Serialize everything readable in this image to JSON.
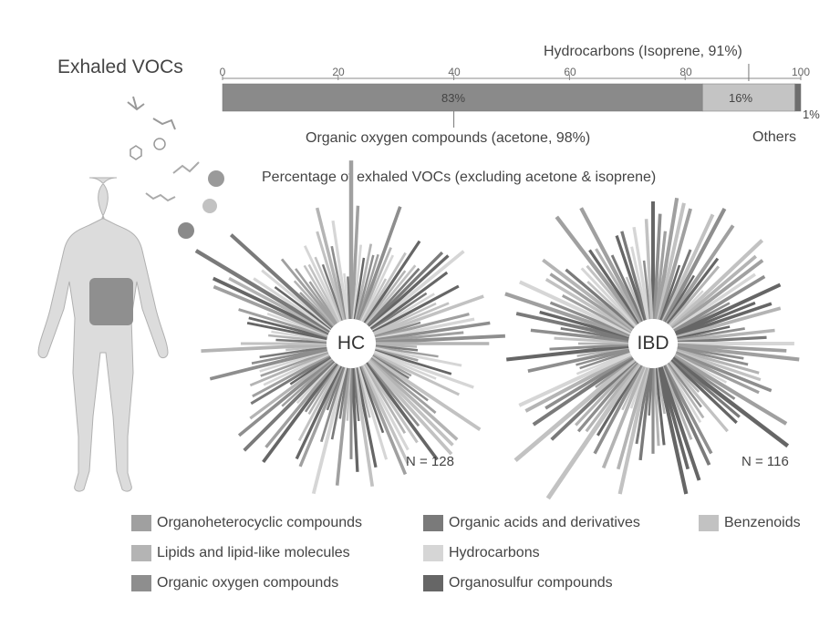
{
  "chart_data": [
    {
      "type": "bar",
      "orientation": "horizontal-stacked",
      "title": "Exhaled VOCs",
      "xlim": [
        0,
        100
      ],
      "ticks": [
        "0",
        "20",
        "40",
        "60",
        "80",
        "100"
      ],
      "segments": [
        {
          "label": "83%",
          "value": 83,
          "color": "#8a8a8a"
        },
        {
          "label": "16%",
          "value": 16,
          "color": "#c4c4c4"
        },
        {
          "label": "1%",
          "value": 1,
          "color": "#6e6e6e"
        }
      ],
      "annotations": {
        "hydrocarbons": "Hydrocarbons (Isoprene, 91%)",
        "organic_oxygen": "Organic oxygen compounds (acetone, 98%)",
        "others": "Others",
        "others_pct": "1%"
      }
    },
    {
      "type": "radial-bar",
      "subtitle": "Percentage of exhaled VOCs (excluding acetone & isoprene)",
      "panels": [
        {
          "label": "HC",
          "n_label": "N = 128",
          "count": 128
        },
        {
          "label": "IBD",
          "n_label": "N = 116",
          "count": 116
        }
      ],
      "legend": [
        {
          "label": "Organoheterocyclic compounds",
          "color": "#a0a0a0"
        },
        {
          "label": "Organic acids and derivatives",
          "color": "#7a7a7a"
        },
        {
          "label": "Benzenoids",
          "color": "#c2c2c2"
        },
        {
          "label": "Lipids and lipid-like molecules",
          "color": "#b4b4b4"
        },
        {
          "label": "Hydrocarbons",
          "color": "#d6d6d6"
        },
        {
          "label": "Organic oxygen compounds",
          "color": "#8e8e8e"
        },
        {
          "label": "Organosulfur compounds",
          "color": "#666666"
        }
      ]
    }
  ]
}
